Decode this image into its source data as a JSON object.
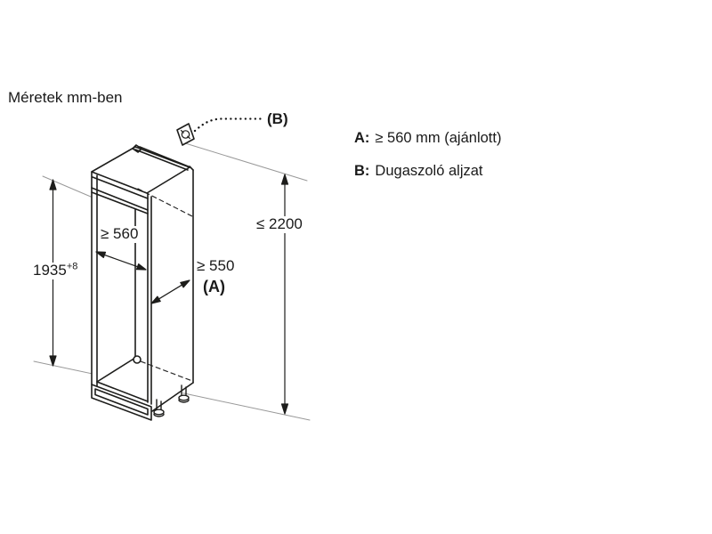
{
  "title": "Méretek mm-ben",
  "dimensions": {
    "inner_height": "1935",
    "inner_height_tolerance": "+8",
    "niche_width": "≥ 560",
    "niche_depth": "≥ 550",
    "niche_depth_ref": "(A)",
    "total_height": "≤ 2200",
    "socket_ref": "(B)"
  },
  "legend": {
    "a_key": "A:",
    "a_text": "≥ 560 mm (ajánlott)",
    "b_key": "B:",
    "b_text": "Dugaszoló aljzat"
  },
  "colors": {
    "line": "#1d1d1b",
    "extension": "#999999",
    "background": "#ffffff"
  }
}
